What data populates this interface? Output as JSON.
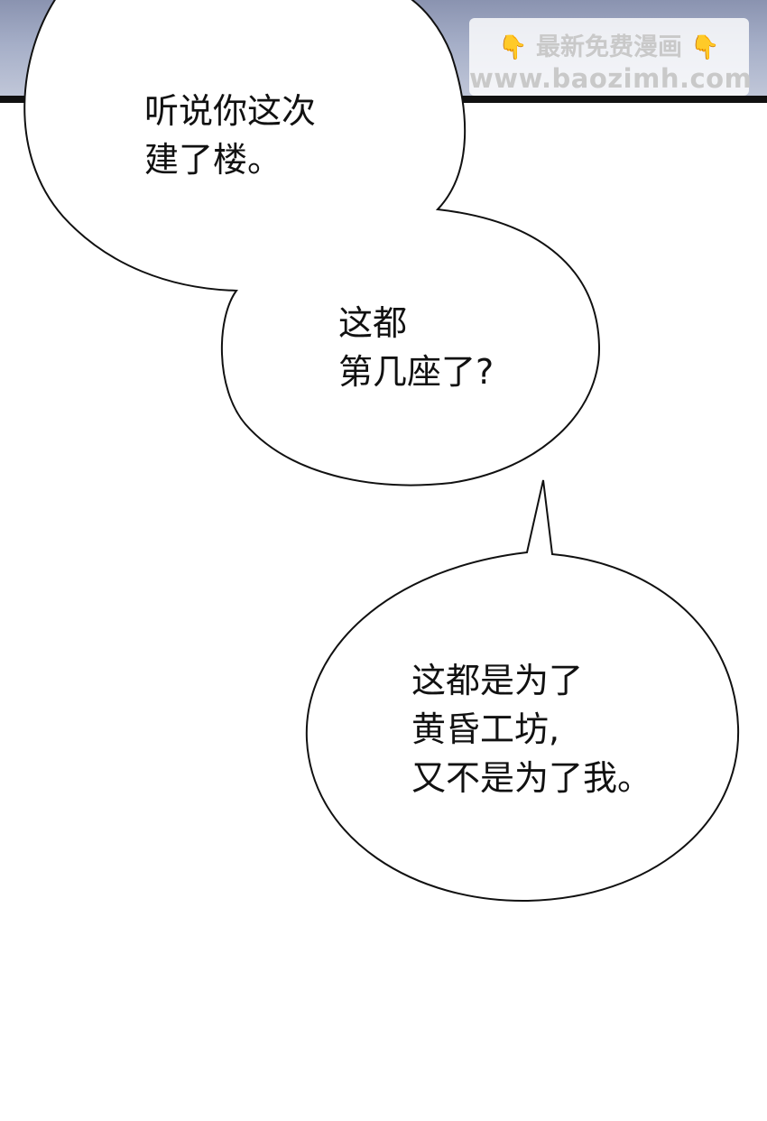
{
  "watermark": {
    "title": "最新免费漫画",
    "url": "www.baozimh.com",
    "hand_icon": "pointing-down-hand-icon",
    "hand_glyph": "👇",
    "color": "#c9c9c9",
    "hand_color": "#f2b233"
  },
  "dialogue": [
    {
      "lines": [
        "听说你这次",
        "建了楼。"
      ]
    },
    {
      "lines": [
        "这都",
        "第几座了?"
      ]
    },
    {
      "lines": [
        "这都是为了",
        "黄昏工坊,",
        "又不是为了我。"
      ]
    }
  ]
}
